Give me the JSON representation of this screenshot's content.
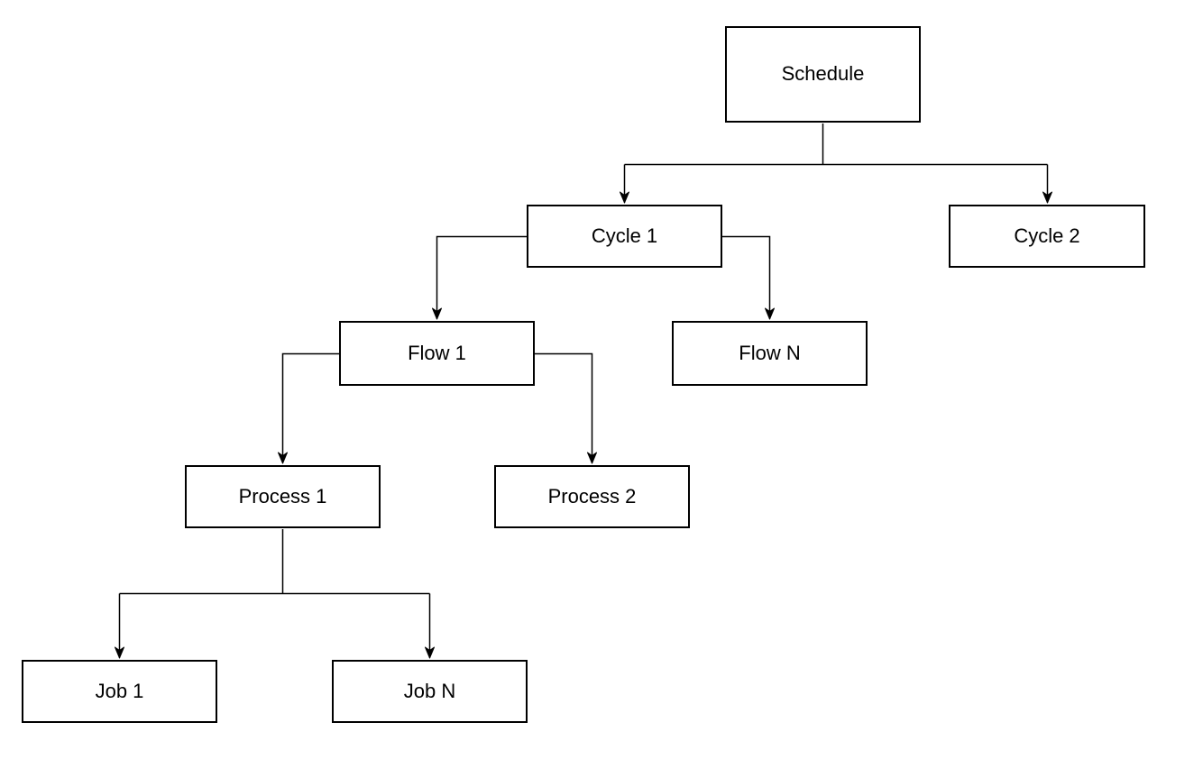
{
  "diagram": {
    "background_color": "#ffffff",
    "box_fill_color": "#ffffff",
    "box_border_color": "#000000",
    "line_color": "#000000",
    "text_color": "#000000",
    "nodes": {
      "schedule": {
        "label": "Schedule"
      },
      "cycle1": {
        "label": "Cycle 1"
      },
      "cycle2": {
        "label": "Cycle 2"
      },
      "flow1": {
        "label": "Flow 1"
      },
      "flowN": {
        "label": "Flow N"
      },
      "process1": {
        "label": "Process 1"
      },
      "process2": {
        "label": "Process 2"
      },
      "job1": {
        "label": "Job 1"
      },
      "jobN": {
        "label": "Job N"
      }
    },
    "edges": [
      {
        "from": "Schedule",
        "to": "Cycle 1"
      },
      {
        "from": "Schedule",
        "to": "Cycle 2"
      },
      {
        "from": "Cycle 1",
        "to": "Flow 1"
      },
      {
        "from": "Cycle 1",
        "to": "Flow N"
      },
      {
        "from": "Flow 1",
        "to": "Process 1"
      },
      {
        "from": "Flow 1",
        "to": "Process 2"
      },
      {
        "from": "Process 1",
        "to": "Job 1"
      },
      {
        "from": "Process 1",
        "to": "Job N"
      }
    ]
  }
}
